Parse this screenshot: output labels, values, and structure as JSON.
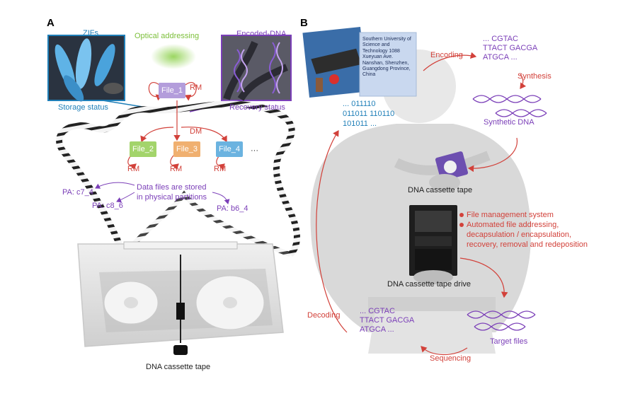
{
  "panel_a": {
    "label": "A",
    "zifs": "ZIFs",
    "optical": "Optical addressing",
    "encoded_dna": "Encoded-DNA",
    "storage_status": "Storage status",
    "recovery_status": "Recovery status",
    "rm_top": "RM",
    "dm": "DM",
    "rm_1": "RM",
    "rm_2": "RM",
    "rm_3": "RM",
    "ellipsis": "···",
    "files": [
      {
        "name": "File_1",
        "color": "#b39ddb"
      },
      {
        "name": "File_2",
        "color": "#a3d46b"
      },
      {
        "name": "File_3",
        "color": "#f0b070"
      },
      {
        "name": "File_4",
        "color": "#6bb3e0"
      }
    ],
    "pa_1": "PA: c7_4",
    "pa_2": "PA: c8_6",
    "pa_3": "PA: b6_4",
    "partition_note_1": "Data files are stored",
    "partition_note_2": "in physical partitions",
    "cassette_caption": "DNA cassette tape"
  },
  "panel_b": {
    "label": "B",
    "address_card": "Southern University of Science and Technology 1088 Xueyuan Ave. Nanshan, Shenzhen, Guangdong Province, China",
    "binary_top": "... 011110\n011011 110110\n101011 ...",
    "encoding": "Encoding",
    "seq_top": "... CGTAC\nTTACT GACGA\nATGCA ...",
    "synthesis": "Synthesis",
    "synthetic_dna": "Synthetic DNA",
    "cassette_label": "DNA cassette tape",
    "fms_1": "File management system",
    "fms_2": "Automated file addressing, decapsulation / encapsulation, recovery, removal and redeposition",
    "drive_label": "DNA cassette tape drive",
    "decoding": "Decoding",
    "seq_bottom": "... CGTAC\nTTACT GACGA\nATGCA ...",
    "target_files": "Target files",
    "sequencing": "Sequencing"
  },
  "colors": {
    "purple": "#7b3fb8",
    "red": "#d2413a",
    "blue": "#1f7fb8",
    "green": "#7cbf3a",
    "body_gray": "#d9d9d9"
  }
}
